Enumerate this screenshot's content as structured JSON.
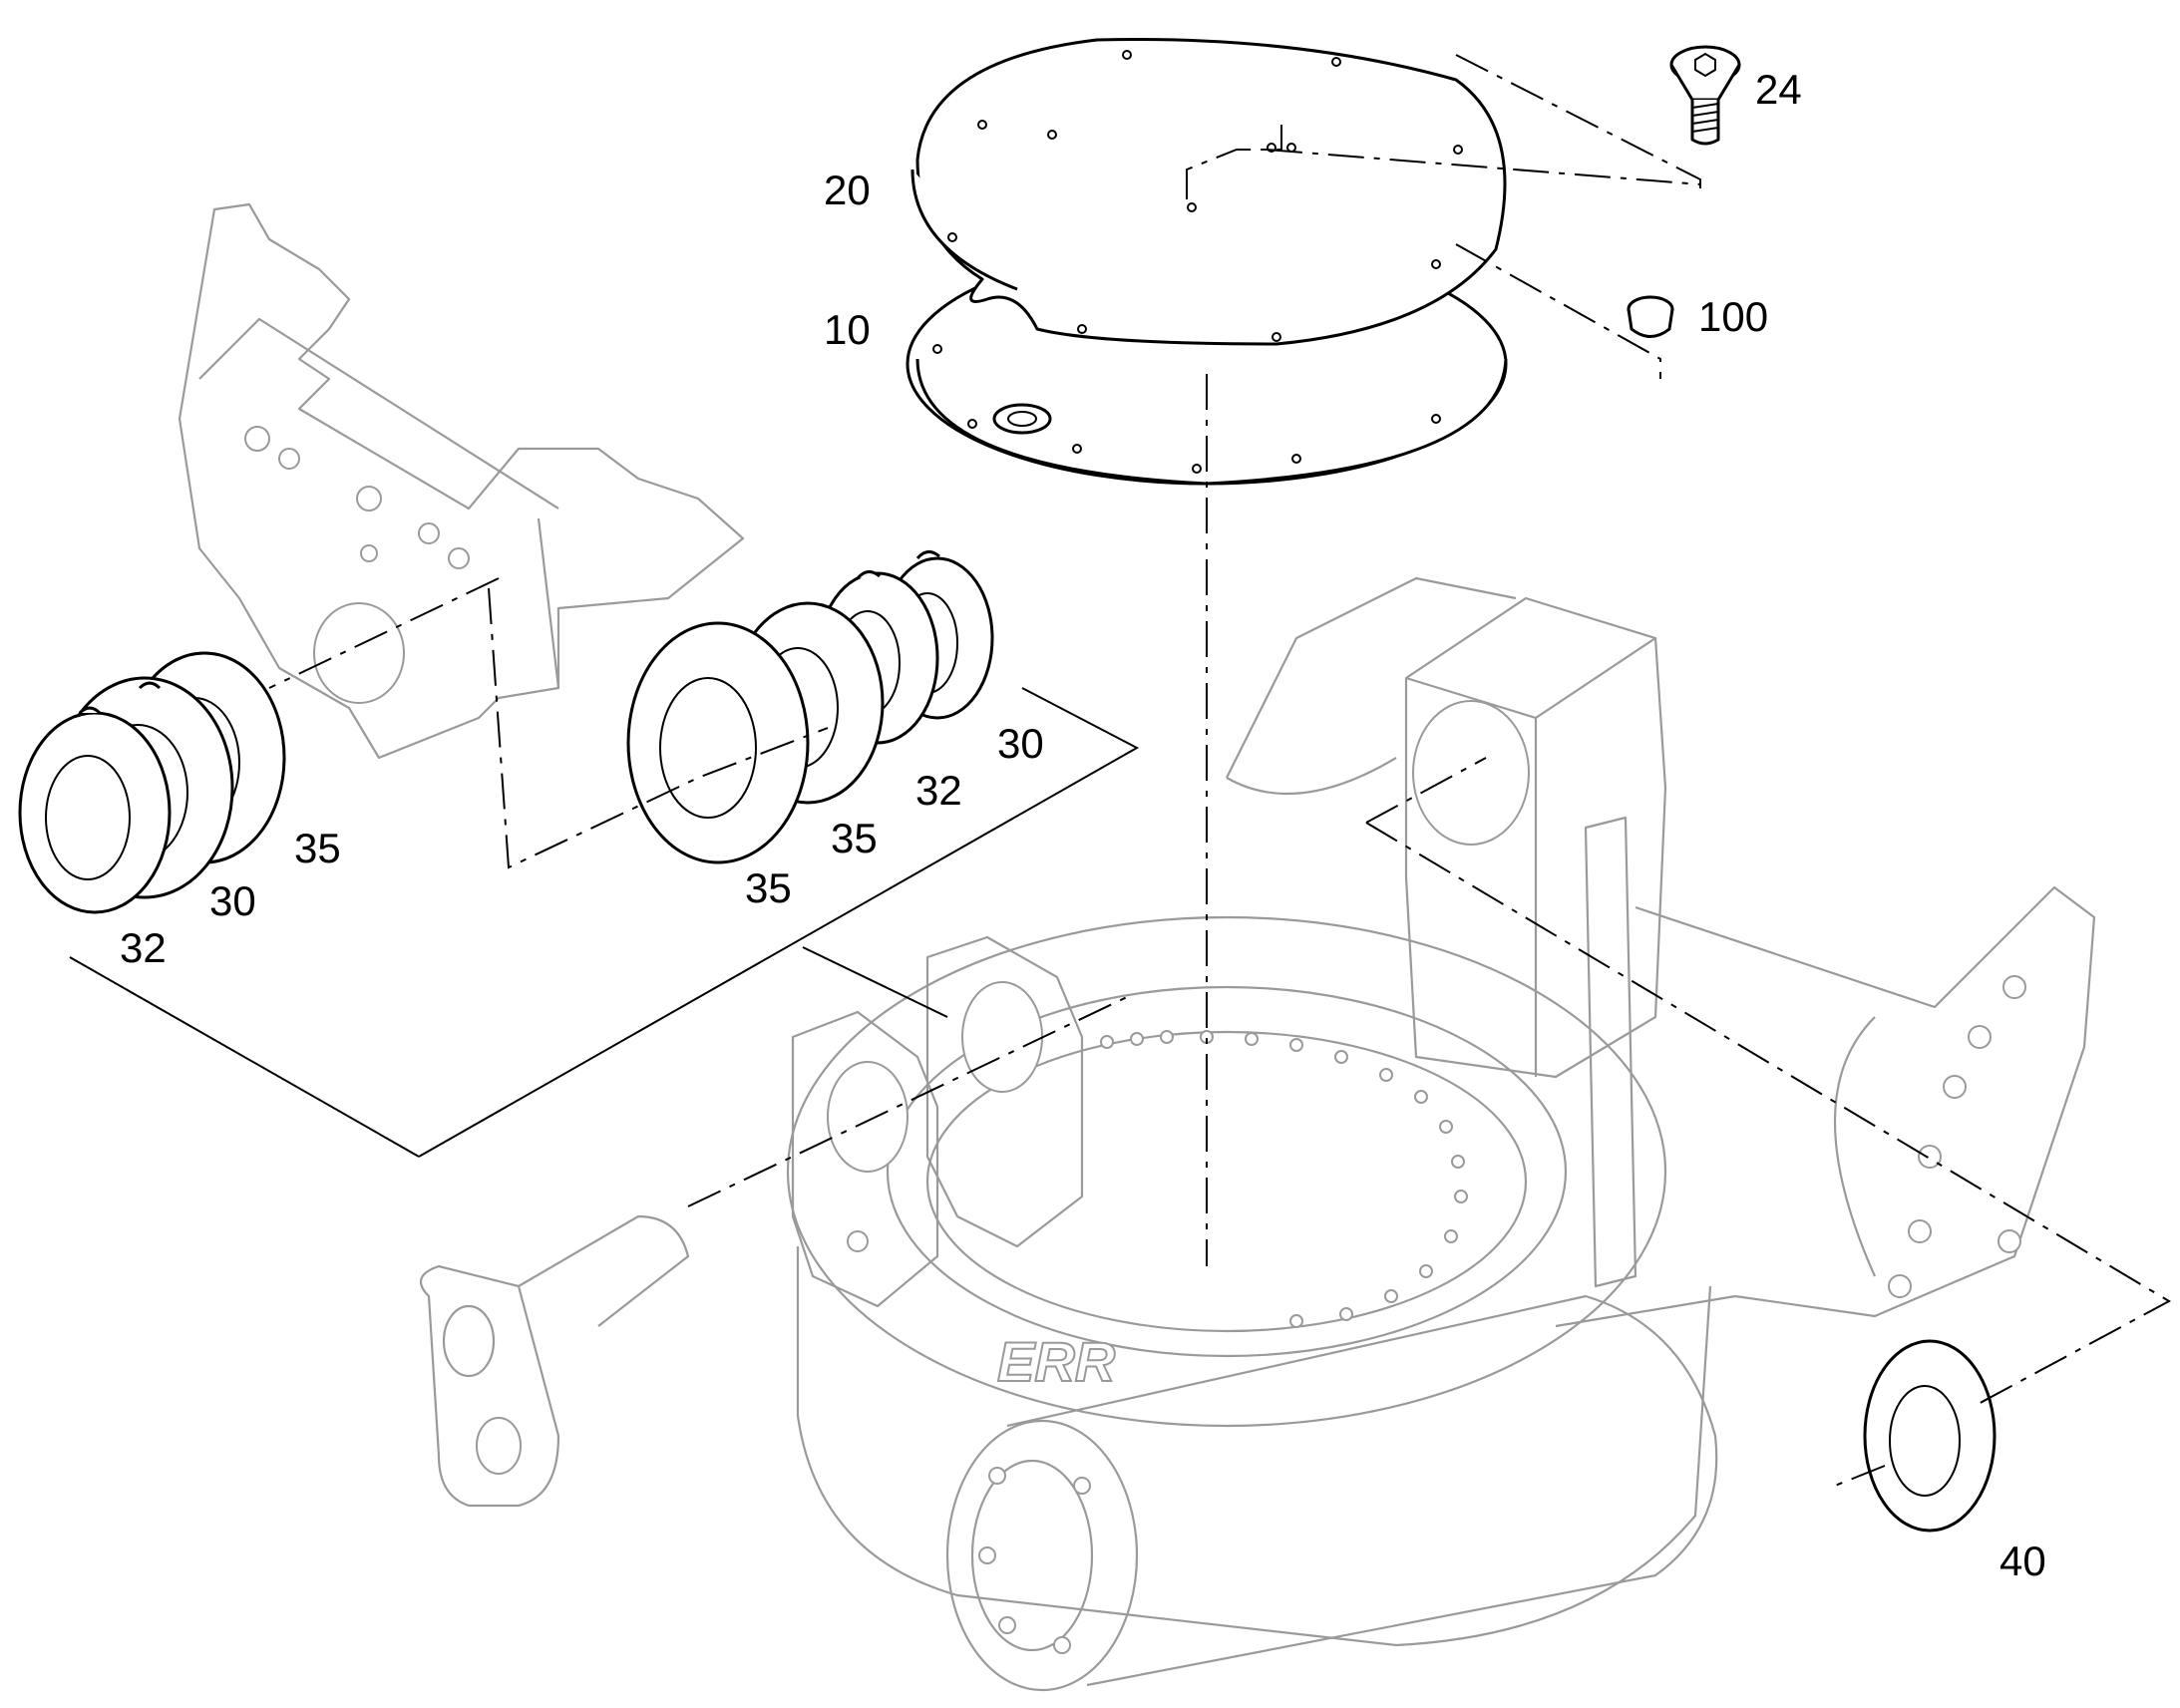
{
  "figure": {
    "callouts": [
      {
        "id": "c24",
        "label": "24"
      },
      {
        "id": "c20",
        "label": "20"
      },
      {
        "id": "c10",
        "label": "10"
      },
      {
        "id": "c100",
        "label": "100"
      },
      {
        "id": "c30a",
        "label": "30"
      },
      {
        "id": "c32a",
        "label": "32"
      },
      {
        "id": "c35a",
        "label": "35"
      },
      {
        "id": "c35b",
        "label": "35"
      },
      {
        "id": "c35c",
        "label": "35"
      },
      {
        "id": "c30b",
        "label": "30"
      },
      {
        "id": "c32b",
        "label": "32"
      },
      {
        "id": "c40",
        "label": "40"
      }
    ],
    "logo_text": "ERR"
  }
}
